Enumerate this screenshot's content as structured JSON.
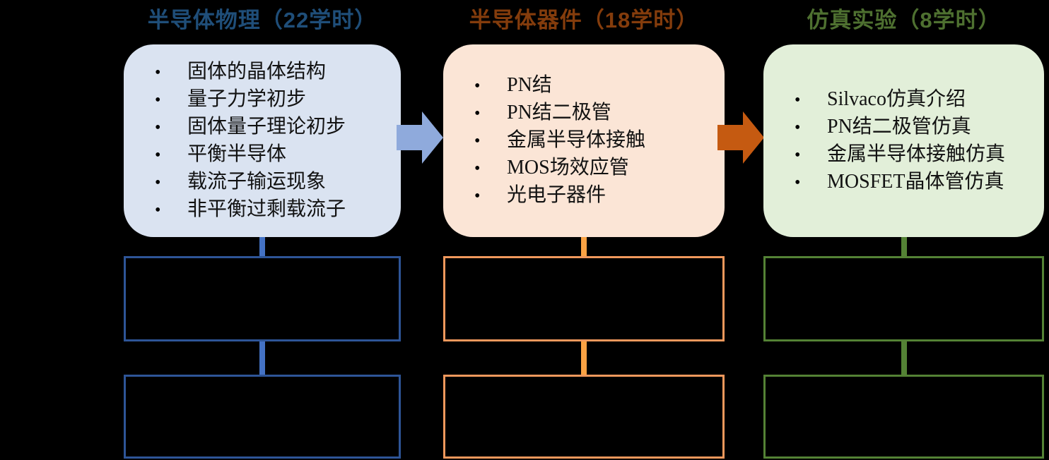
{
  "diagram": {
    "background": "#000000",
    "bullet": "•",
    "text_color": "#121212",
    "columns": [
      {
        "title": "半导体物理（22学时）",
        "title_color": "#1F4E79",
        "card_fill": "#DAE3F1",
        "connector_color": "#4472C4",
        "outline_color": "#2E5597",
        "items": [
          "固体的晶体结构",
          "量子力学初步",
          "固体量子理论初步",
          "平衡半导体",
          "载流子输运现象",
          "非平衡过剩载流子"
        ]
      },
      {
        "title": "半导体器件（18学时）",
        "title_color": "#843C0C",
        "card_fill": "#FBE5D6",
        "connector_color": "#FAA243",
        "outline_color": "#F0985C",
        "items": [
          "PN结",
          "PN结二极管",
          "金属半导体接触",
          "MOS场效应管",
          "光电子器件"
        ]
      },
      {
        "title": "仿真实验（8学时）",
        "title_color": "#4E7030",
        "card_fill": "#E2EFD9",
        "connector_color": "#548235",
        "outline_color": "#548235",
        "items": [
          "Silvaco仿真介绍",
          "PN结二极管仿真",
          "金属半导体接触仿真",
          "MOSFET晶体管仿真"
        ]
      }
    ],
    "arrows": [
      {
        "name": "physics-to-devices",
        "color": "#8FAADC"
      },
      {
        "name": "devices-to-simulation",
        "color": "#C55A11"
      }
    ]
  }
}
